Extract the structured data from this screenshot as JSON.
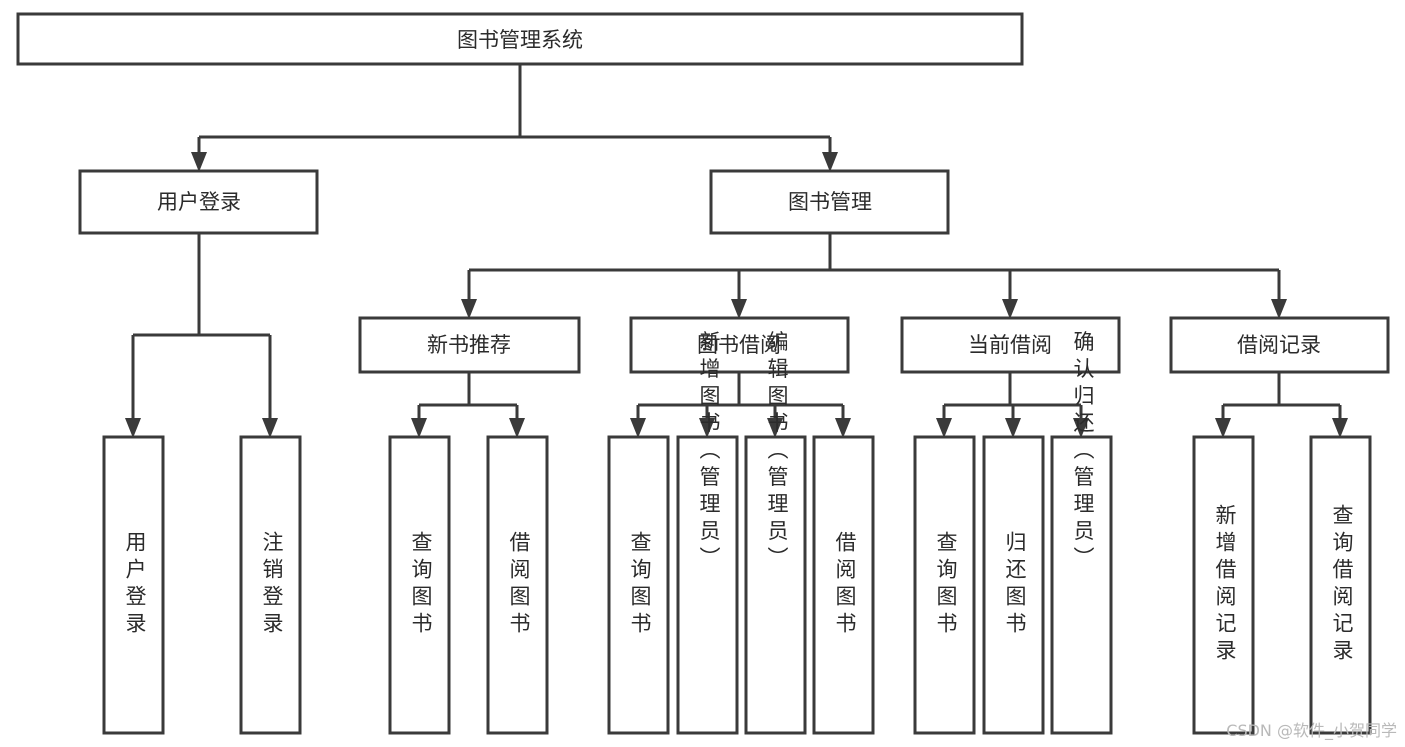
{
  "diagram": {
    "title": "图书管理系统",
    "type": "tree-hierarchy-diagram",
    "colors": {
      "stroke": "#3a3a3a",
      "fill": "#ffffff",
      "text": "#2b2b2b",
      "background": "#ffffff",
      "watermark": "#b9b9b9"
    },
    "levels": {
      "root": {
        "label": "图书管理系统"
      },
      "level2": [
        {
          "label": "用户登录"
        },
        {
          "label": "图书管理"
        }
      ],
      "level3": [
        {
          "label": "新书推荐"
        },
        {
          "label": "图书借阅"
        },
        {
          "label": "当前借阅"
        },
        {
          "label": "借阅记录"
        }
      ],
      "leaves": [
        {
          "label": "用户登录",
          "parent": "用户登录"
        },
        {
          "label": "注销登录",
          "parent": "用户登录"
        },
        {
          "label": "查询图书",
          "parent": "新书推荐"
        },
        {
          "label": "借阅图书",
          "parent": "新书推荐"
        },
        {
          "label": "查询图书",
          "parent": "图书借阅"
        },
        {
          "label": "新增图书（管理员）",
          "parent": "图书借阅"
        },
        {
          "label": "编辑图书（管理员）",
          "parent": "图书借阅"
        },
        {
          "label": "借阅图书",
          "parent": "图书借阅"
        },
        {
          "label": "查询图书",
          "parent": "当前借阅"
        },
        {
          "label": "归还图书",
          "parent": "当前借阅"
        },
        {
          "label": "确认归还（管理员）",
          "parent": "当前借阅"
        },
        {
          "label": "新增借阅记录",
          "parent": "借阅记录"
        },
        {
          "label": "查询借阅记录",
          "parent": "借阅记录"
        }
      ]
    }
  },
  "nodes": {
    "root": "图书管理系统",
    "user_login_branch": "用户登录",
    "book_manage_branch": "图书管理",
    "new_book_recommend": "新书推荐",
    "book_borrow": "图书借阅",
    "current_borrow": "当前借阅",
    "borrow_record": "借阅记录",
    "leaf_user_login": "用户登录",
    "leaf_logout": "注销登录",
    "leaf_query_book_1": "查询图书",
    "leaf_borrow_book_1": "借阅图书",
    "leaf_query_book_2": "查询图书",
    "leaf_add_book_admin": "新增图书（管理员）",
    "leaf_edit_book_admin": "编辑图书（管理员）",
    "leaf_borrow_book_2": "借阅图书",
    "leaf_query_book_3": "查询图书",
    "leaf_return_book": "归还图书",
    "leaf_confirm_return_admin": "确认归还（管理员）",
    "leaf_add_borrow_record": "新增借阅记录",
    "leaf_query_borrow_record": "查询借阅记录"
  },
  "watermark": {
    "text": "CSDN @软件_小贺同学"
  }
}
